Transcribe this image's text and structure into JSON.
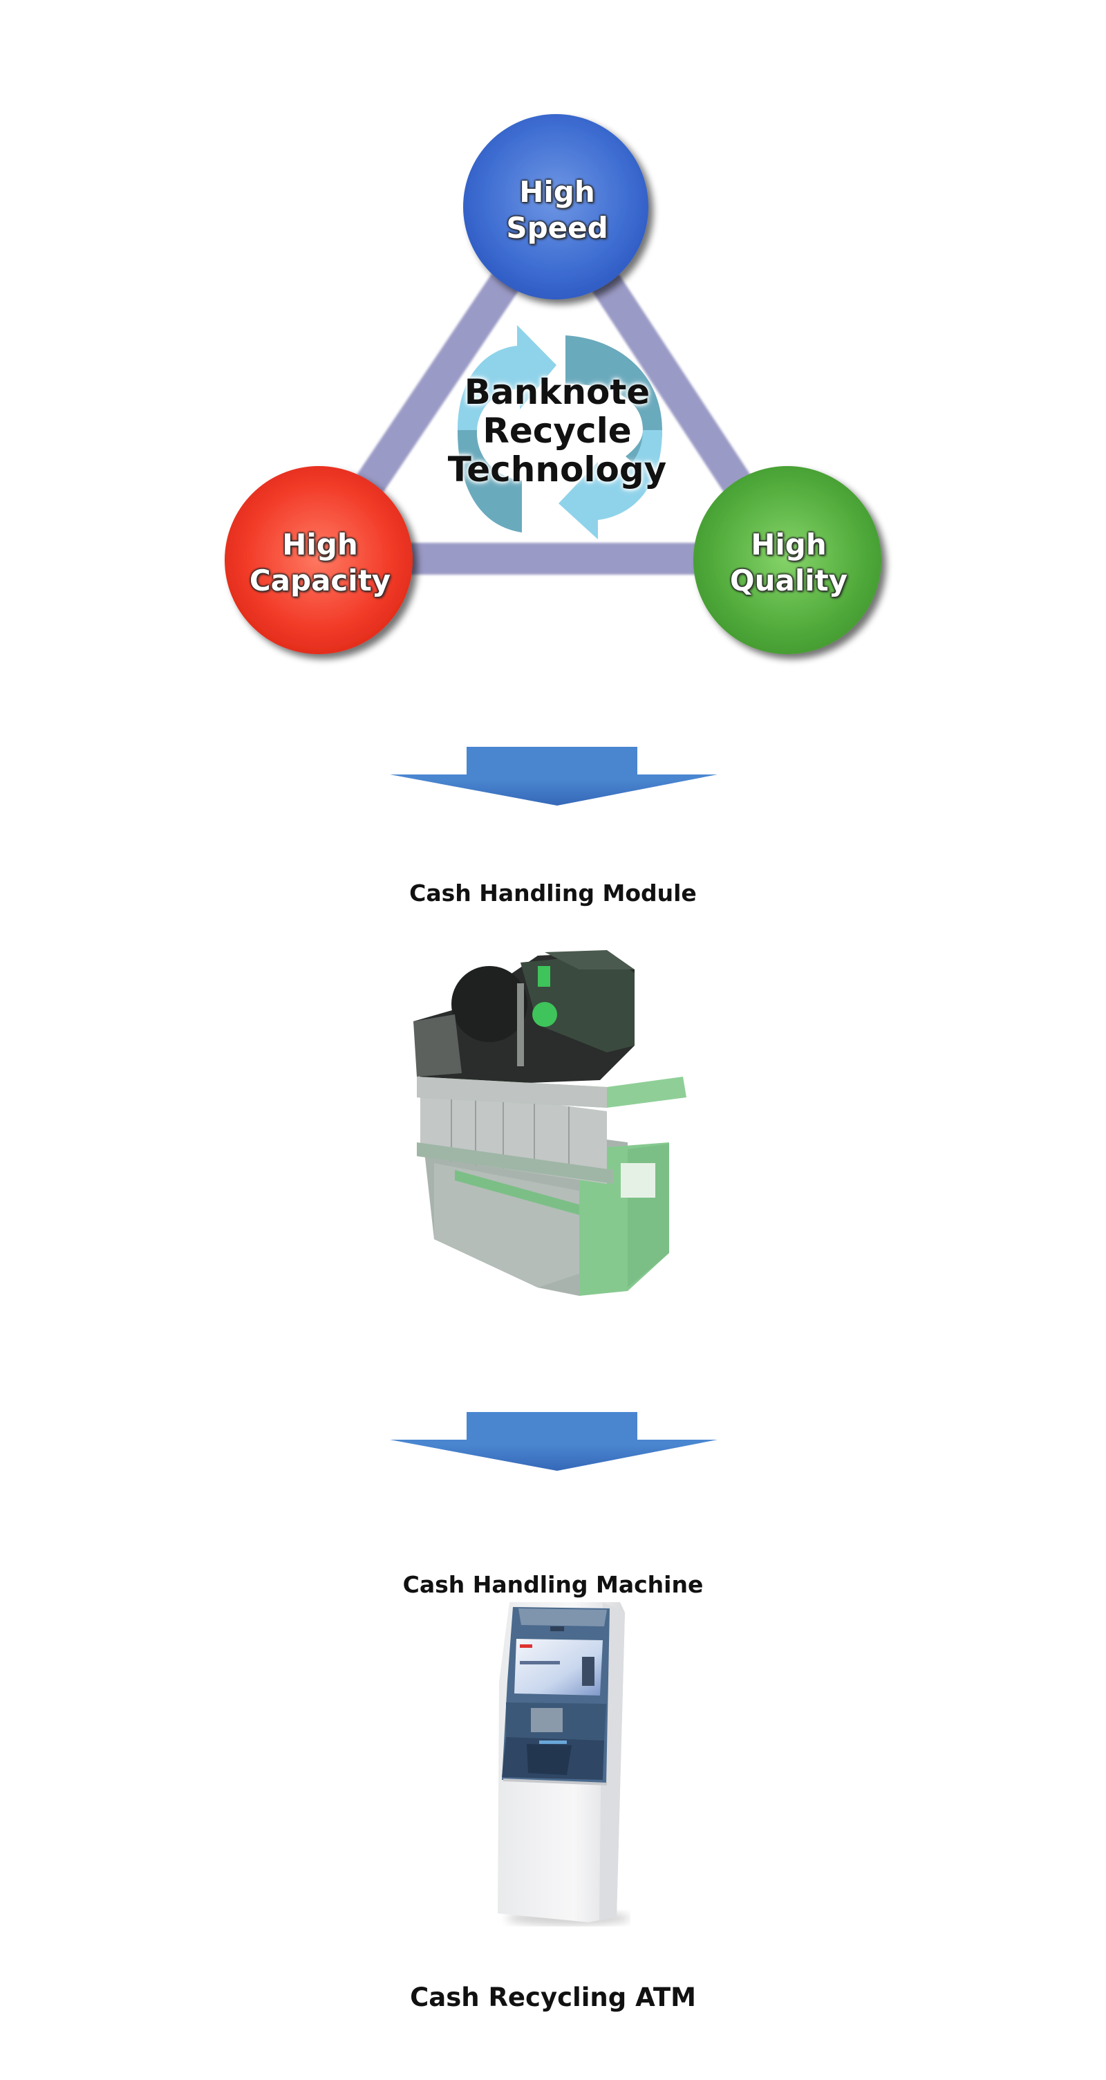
{
  "diagram": {
    "center": {
      "lines": [
        "Banknote",
        "Recycle",
        "Technology"
      ],
      "icon": "recycle-arrows-icon"
    },
    "nodes": [
      {
        "id": "speed",
        "lines": [
          "High",
          "Speed"
        ],
        "color": "#3d6fd0"
      },
      {
        "id": "capacity",
        "lines": [
          "High",
          "Capacity"
        ],
        "color": "#f03a2a"
      },
      {
        "id": "quality",
        "lines": [
          "High",
          "Quality"
        ],
        "color": "#4fa83a"
      }
    ],
    "connector_color": "#9a9ac6",
    "arrow_color": "#4a86d0"
  },
  "flow": {
    "arrow_icon": "down-arrow-icon",
    "steps": [
      {
        "caption": "Cash Handling Module",
        "image": "cash-handling-module-photo"
      },
      {
        "caption": "Cash Handling Machine",
        "image": "cash-recycling-atm-photo"
      },
      {
        "caption": "Cash Recycling ATM"
      }
    ]
  }
}
